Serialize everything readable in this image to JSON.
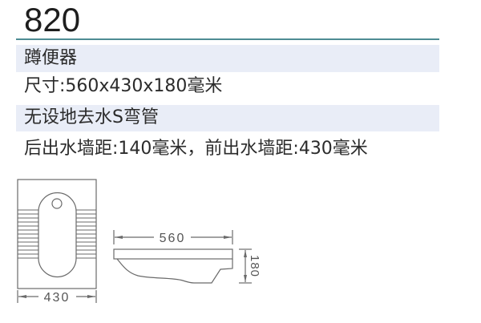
{
  "model": "820",
  "specs": {
    "product_type": "蹲便器",
    "dimensions": "尺寸:560x430x180毫米",
    "drain": "无设地去水S弯管",
    "wall_distance": "后出水墙距:140毫米，前出水墙距:430毫米"
  },
  "drawings": {
    "top_view": {
      "width_label": "430"
    },
    "side_view": {
      "length_label": "560",
      "height_label": "180"
    }
  },
  "colors": {
    "rule": "#4e8c94",
    "band": "#e9edf7",
    "line": "#6a6a6a"
  }
}
